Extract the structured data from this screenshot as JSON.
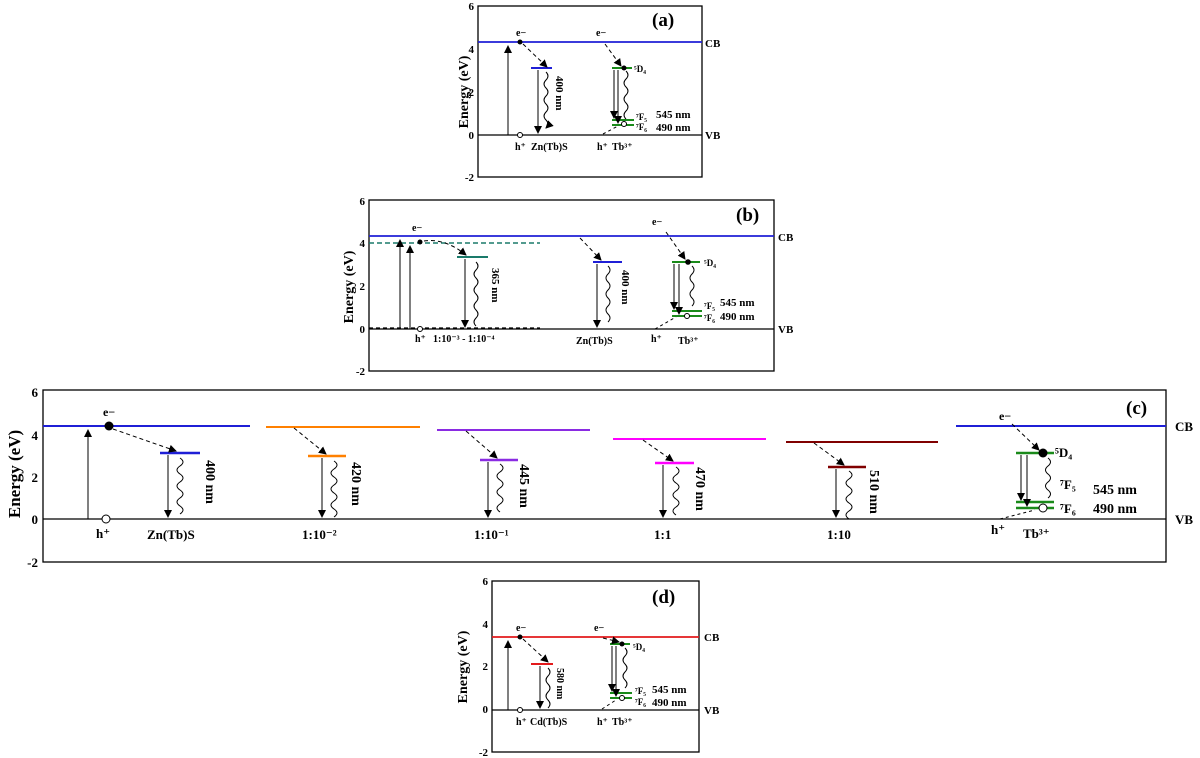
{
  "common": {
    "ylabel": "Energy (eV)",
    "ticks": [
      "6",
      "4",
      "2",
      "0",
      "-2"
    ],
    "cb": "CB",
    "vb": "VB",
    "electron": "e−",
    "hole": "h⁺",
    "tb3": "Tb³⁺",
    "d4": "⁵D₄",
    "f5": "⁷F₅",
    "f6": "⁷F₆",
    "nm545": "545 nm",
    "nm490": "490 nm"
  },
  "colors": {
    "zns": "#1f1fd6",
    "cds": "#e31a1c",
    "tb": "#1a8a1a",
    "teal": "#1a7a6a",
    "orange": "#ff8000",
    "purple": "#8a2be2",
    "magenta": "#ff00ff",
    "maroon": "#800000"
  },
  "panels": {
    "a": {
      "label": "(a)",
      "host": "Zn(Tb)S",
      "cb_energy": 4.3,
      "defect_energy": 3.1,
      "emission": "400 nm"
    },
    "b": {
      "label": "(b)",
      "cb_energy": 4.3,
      "dashed_energy": 4.0,
      "ratio_label": "1:10⁻³ - 1:10⁻⁴",
      "ratio_level_energy": 3.35,
      "ratio_emission": "365 nm",
      "host": "Zn(Tb)S",
      "host_level_energy": 3.1,
      "host_emission": "400 nm"
    },
    "c": {
      "label": "(c)",
      "host": "Zn(Tb)S",
      "columns": [
        {
          "label": "Zn(Tb)S",
          "cb": 4.3,
          "level": 3.1,
          "nm": "400 nm",
          "color": "#1f1fd6"
        },
        {
          "label": "1:10⁻²",
          "cb": 4.3,
          "level": 2.95,
          "nm": "420 nm",
          "color": "#ff8000"
        },
        {
          "label": "1:10⁻¹",
          "cb": 4.15,
          "level": 2.78,
          "nm": "445 nm",
          "color": "#8a2be2"
        },
        {
          "label": "1:1",
          "cb": 3.7,
          "level": 2.62,
          "nm": "470 nm",
          "color": "#ff00ff"
        },
        {
          "label": "1:10",
          "cb": 3.55,
          "level": 2.42,
          "nm": "510 nm",
          "color": "#800000"
        }
      ]
    },
    "d": {
      "label": "(d)",
      "host": "Cd(Tb)S",
      "cb_energy": 3.4,
      "defect_energy": 2.1,
      "emission": "580 nm"
    }
  }
}
